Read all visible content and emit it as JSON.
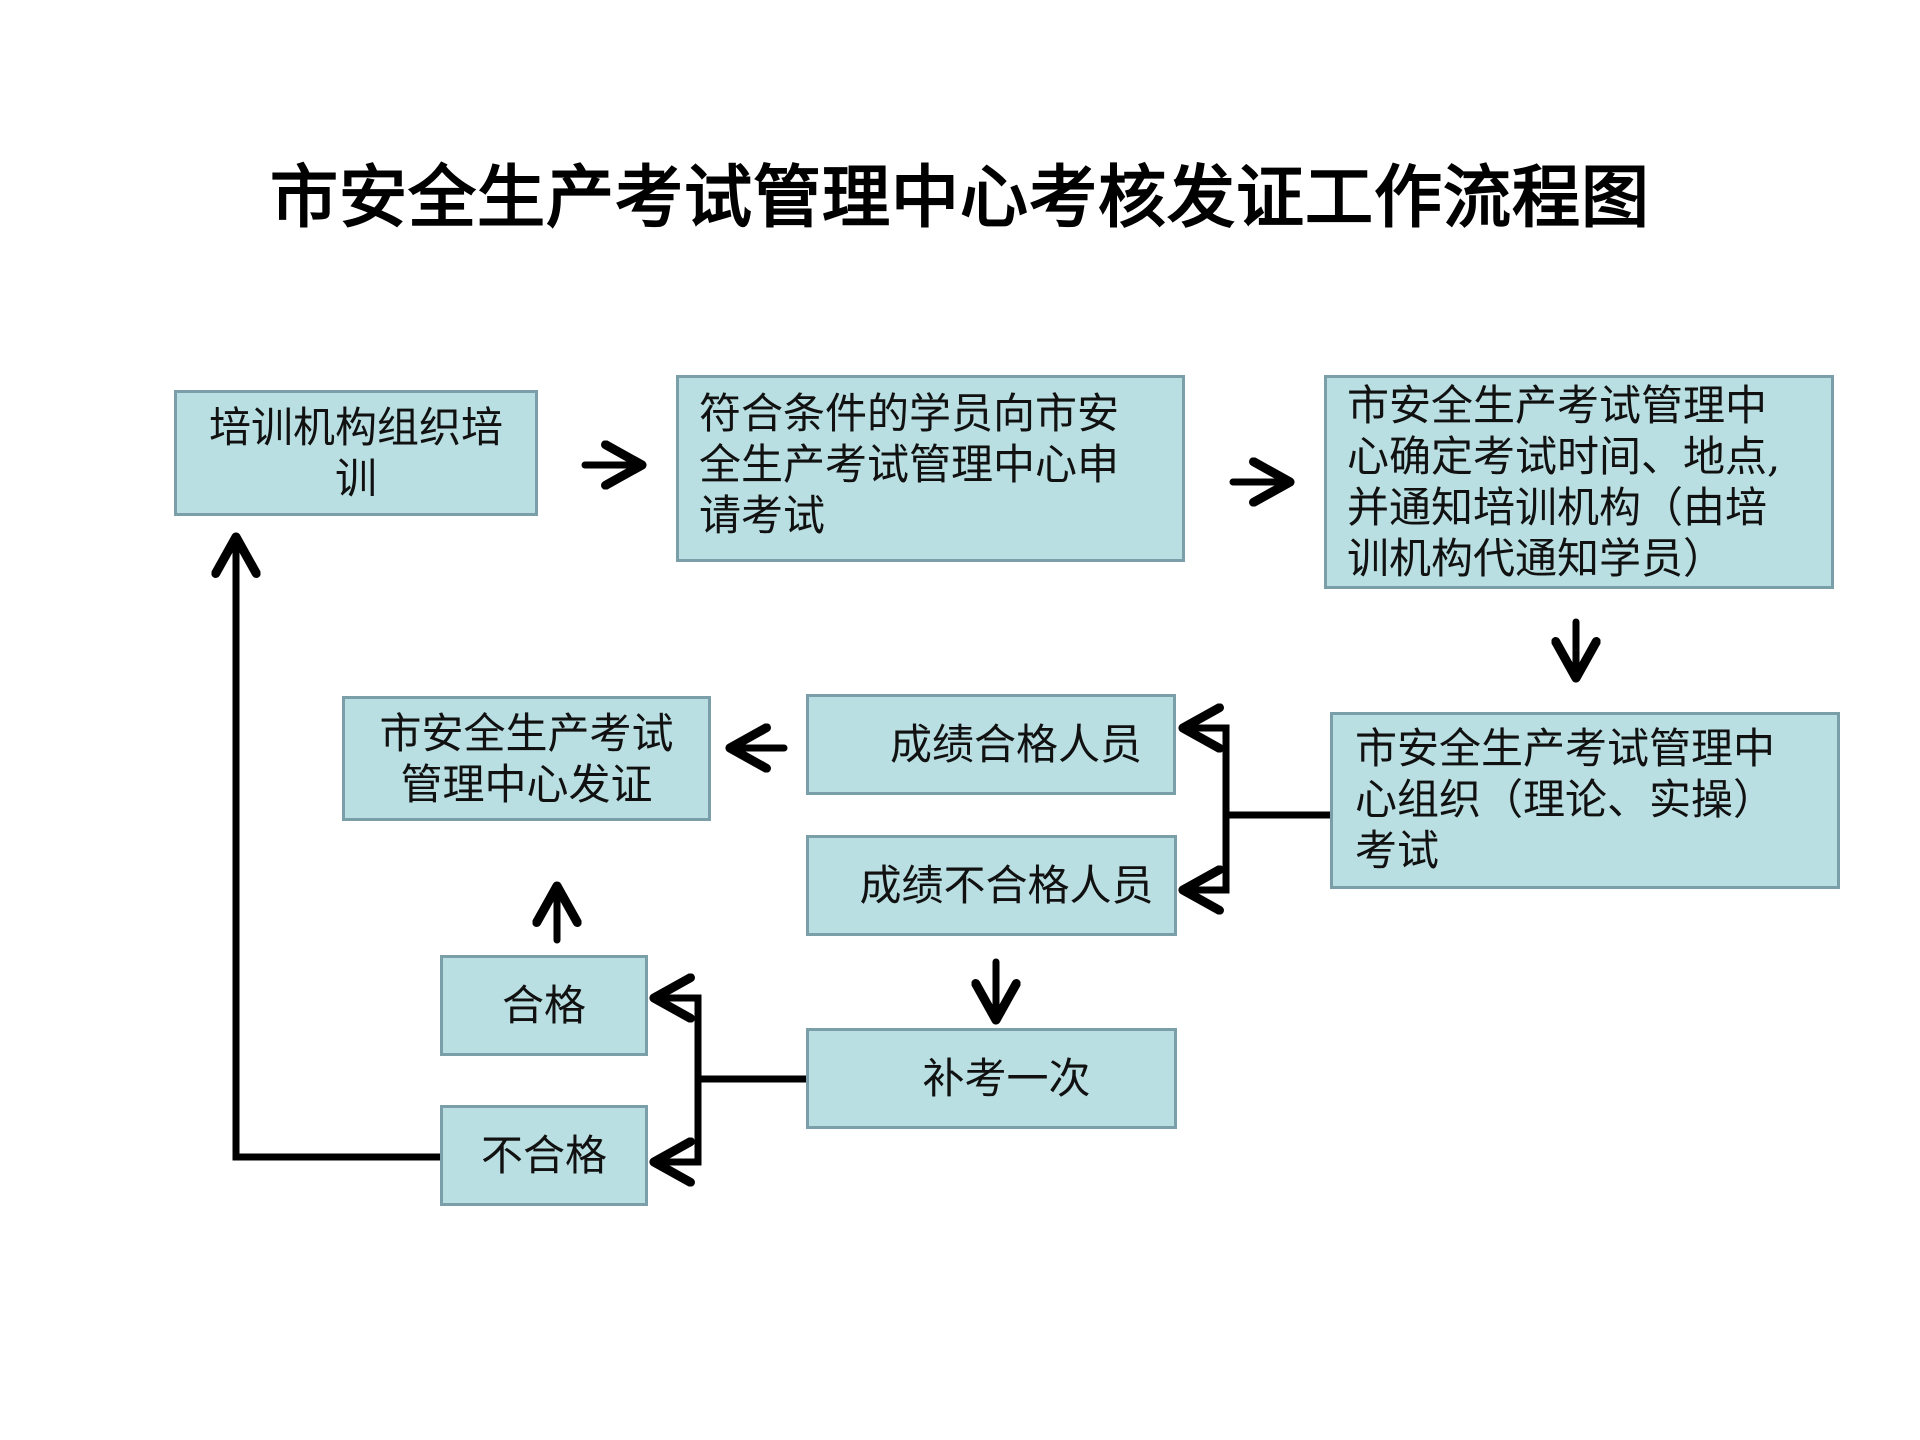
{
  "title": "市安全生产考试管理中心考核发证工作流程图",
  "nodes": {
    "training": "培训机构组织培\n训",
    "apply": "符合条件的学员向市安\n全生产考试管理中心申\n请考试",
    "schedule": "市安全生产考试管理中\n心确定考试时间、地点,\n并通知培训机构（由培\n训机构代通知学员）",
    "exam": "市安全生产考试管理中\n心组织（理论、实操）\n考试",
    "qualified": "成绩合格人员",
    "unqualified": "成绩不合格人员",
    "certificate": "市安全生产考试\n管理中心发证",
    "retake": "补考一次",
    "pass": "合格",
    "fail": "不合格"
  },
  "edges": [
    {
      "from": "training",
      "to": "apply"
    },
    {
      "from": "apply",
      "to": "schedule"
    },
    {
      "from": "schedule",
      "to": "exam"
    },
    {
      "from": "exam",
      "to": "qualified"
    },
    {
      "from": "exam",
      "to": "unqualified"
    },
    {
      "from": "qualified",
      "to": "certificate"
    },
    {
      "from": "unqualified",
      "to": "retake"
    },
    {
      "from": "retake",
      "to": "pass"
    },
    {
      "from": "retake",
      "to": "fail"
    },
    {
      "from": "pass",
      "to": "certificate"
    },
    {
      "from": "fail",
      "to": "training"
    }
  ],
  "colors": {
    "box_fill": "#b9dfe2",
    "box_border": "#7a9fa8",
    "connector": "#000000"
  }
}
